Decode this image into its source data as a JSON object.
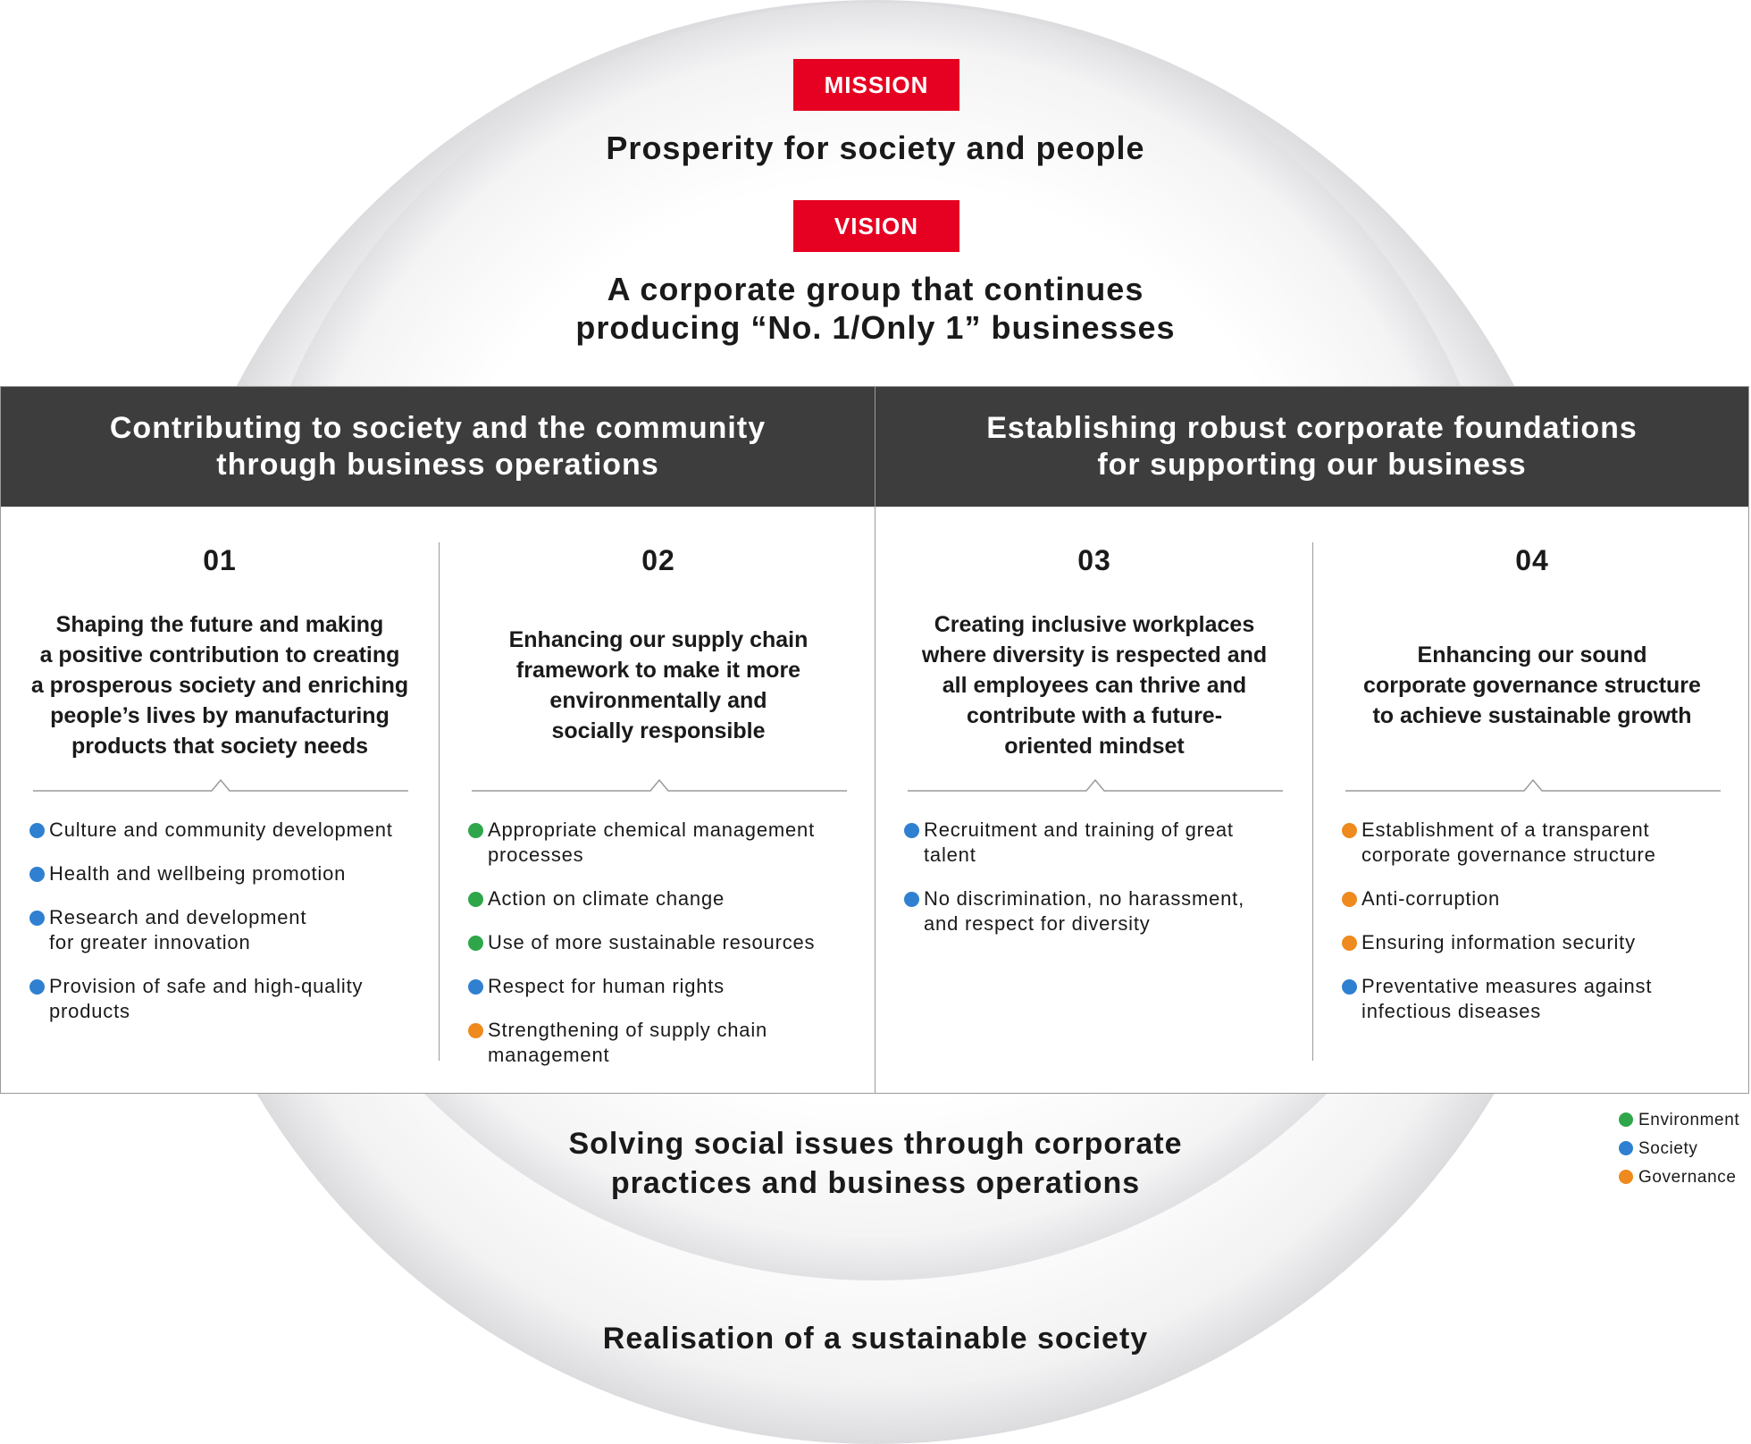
{
  "mission": {
    "label": "MISSION",
    "statement": "Prosperity for society and people"
  },
  "vision": {
    "label": "VISION",
    "statement_line1": "A corporate group that continues",
    "statement_line2": "producing “No. 1/Only 1” businesses"
  },
  "groups": [
    {
      "title": "Contributing to society and the community\nthrough business operations"
    },
    {
      "title": "Establishing robust corporate foundations\nfor supporting our business"
    }
  ],
  "materialities": [
    {
      "number": "01",
      "description": "Shaping the future and making\na positive contribution to creating\na prosperous society and enriching\npeople’s lives by manufacturing\nproducts that society needs",
      "items": [
        {
          "text": "Culture and community development",
          "category": "society"
        },
        {
          "text": "Health and wellbeing promotion",
          "category": "society"
        },
        {
          "text": "Research and development\nfor greater innovation",
          "category": "society"
        },
        {
          "text": "Provision of safe and high-quality\nproducts",
          "category": "society"
        }
      ]
    },
    {
      "number": "02",
      "description": "Enhancing our supply chain\nframework to make it more\nenvironmentally and\nsocially responsible",
      "items": [
        {
          "text": "Appropriate chemical management\nprocesses",
          "category": "environment"
        },
        {
          "text": "Action on climate change",
          "category": "environment"
        },
        {
          "text": "Use of more sustainable resources",
          "category": "environment"
        },
        {
          "text": "Respect for human rights",
          "category": "society"
        },
        {
          "text": "Strengthening of supply chain\nmanagement",
          "category": "governance"
        }
      ]
    },
    {
      "number": "03",
      "description": "Creating inclusive workplaces\nwhere diversity is respected and\nall employees can thrive and\ncontribute with a future-\noriented mindset",
      "items": [
        {
          "text": "Recruitment and training of great\ntalent",
          "category": "society"
        },
        {
          "text": "No discrimination, no harassment,\nand respect for diversity",
          "category": "society"
        }
      ]
    },
    {
      "number": "04",
      "description": "Enhancing our sound\ncorporate governance structure\nto achieve sustainable growth",
      "items": [
        {
          "text": "Establishment of a transparent\ncorporate governance structure",
          "category": "governance"
        },
        {
          "text": "Anti-corruption",
          "category": "governance"
        },
        {
          "text": "Ensuring information security",
          "category": "governance"
        },
        {
          "text": "Preventative measures against\ninfectious diseases",
          "category": "society"
        }
      ]
    }
  ],
  "bottom": {
    "solving": "Solving social issues through corporate\npractices and business operations",
    "realisation": "Realisation of a sustainable society"
  },
  "legend": [
    {
      "key": "environment",
      "label": "Environment"
    },
    {
      "key": "society",
      "label": "Society"
    },
    {
      "key": "governance",
      "label": "Governance"
    }
  ],
  "colors": {
    "accent_red": "#e60021",
    "header_dark": "#3d3d3d",
    "environment": "#2fa64a",
    "society": "#2f80d0",
    "governance": "#ee8a1e"
  }
}
